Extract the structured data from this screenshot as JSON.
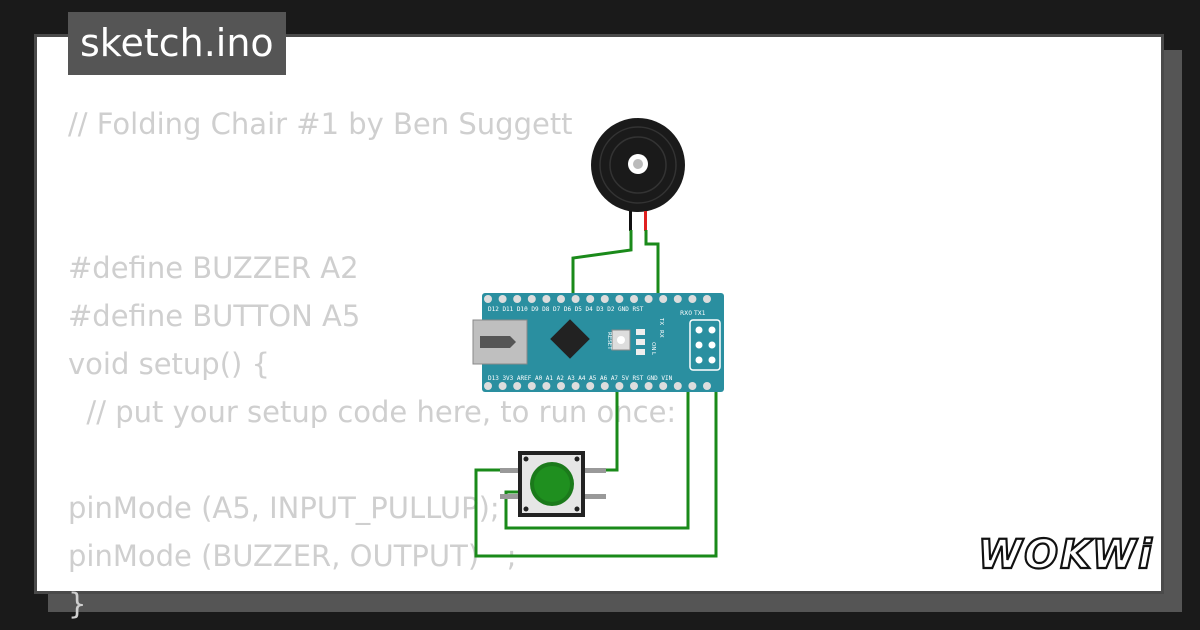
{
  "tab": {
    "title": "sketch.ino"
  },
  "code_lines": [
    "// Folding Chair #1 by Ben Suggett",
    "",
    "",
    "#define BUZZER A2",
    "#define BUTTON A5",
    "void setup() {",
    "  // put your setup code here, to run once:",
    "",
    "pinMode (A5, INPUT_PULLUP);",
    "pinMode (BUZZER, OUTPUT)   ;",
    "}"
  ],
  "board": {
    "top_pins": "D12 D11 D10 D9 D8 D7 D6 D5 D4 D3 D2 GND RST",
    "bottom_pins": "D13 3V3 AREF A0 A1 A2 A3 A4 A5 A6 A7 5V RST GND VIN",
    "reset_label": "RESET",
    "led_labels": [
      "L",
      "ON",
      "RX",
      "TX"
    ],
    "rx_tx": "RX0 TX1"
  },
  "logo": {
    "text": "WOKWi"
  },
  "colors": {
    "wire": "#1a8a1a",
    "board": "#2a8fa0",
    "button_cap": "#1b7a1b",
    "buzzer": "#1a1a1a"
  }
}
